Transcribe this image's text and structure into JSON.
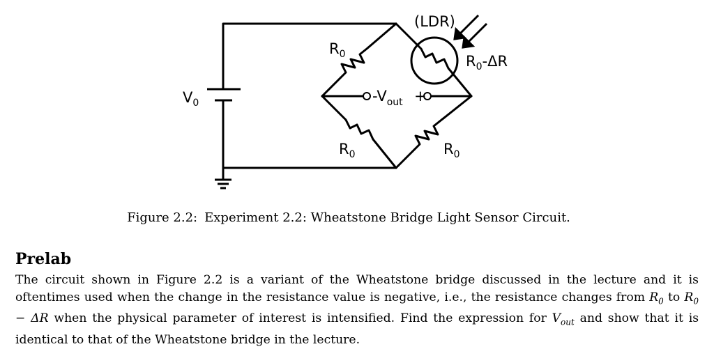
{
  "circuit": {
    "source_label": "V",
    "source_sub": "0",
    "r_top_left": "R",
    "r_top_left_sub": "0",
    "ldr_label": "(LDR)",
    "ldr_value_main": "R",
    "ldr_value_sub": "0",
    "ldr_value_rest": "-ΔR",
    "r_bottom_left": "R",
    "r_bottom_left_sub": "0",
    "r_bottom_right": "R",
    "r_bottom_right_sub": "0",
    "vout_minus": "-",
    "vout_main": "V",
    "vout_sub": "out",
    "vout_plus": "+"
  },
  "caption": {
    "label": "Figure 2.2:",
    "text": "Experiment 2.2: Wheatstone Bridge Light Sensor Circuit."
  },
  "prelab": {
    "heading": "Prelab",
    "part1": "The circuit shown in Figure 2.2 is a variant of the Wheatstone bridge discussed in the lecture and it is oftentimes used when the change in the resistance value is negative, i.e., the resistance changes from ",
    "math1_main": "R",
    "math1_sub": "0",
    "part2": " to ",
    "math2_main": "R",
    "math2_sub": "0",
    "math2_rest": " − ΔR",
    "part3": " when the physical parameter of interest is intensified. Find the expression for ",
    "math3_main": "V",
    "math3_sub": "out",
    "part4": " and show that it is identical to that of the Wheatstone bridge in the lecture."
  }
}
